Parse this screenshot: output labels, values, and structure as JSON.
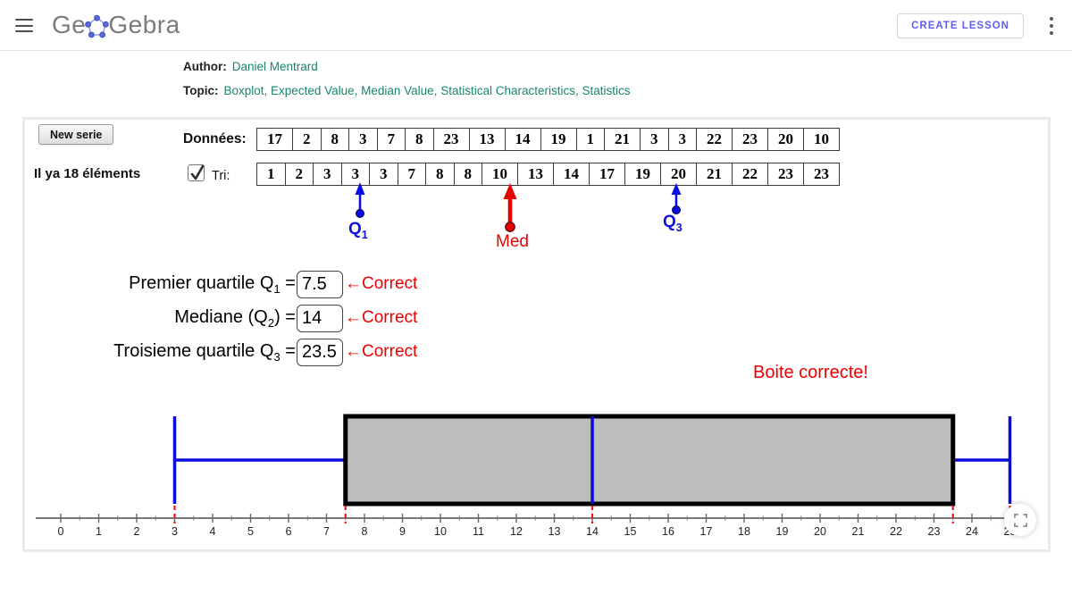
{
  "header": {
    "logo_ge": "Ge",
    "logo_gebra": "Gebra",
    "create_lesson_label": "CREATE LESSON"
  },
  "meta": {
    "author_label": "Author:",
    "author_name": "Daniel Mentrard",
    "topic_label": "Topic:",
    "topics": [
      "Boxplot",
      "Expected Value",
      "Median Value",
      "Statistical Characteristics",
      "Statistics"
    ]
  },
  "applet": {
    "new_serie_label": "New serie",
    "count_text": "Il ya 18 éléments",
    "donnees_label": "Données:",
    "donnees": [
      17,
      2,
      8,
      3,
      7,
      8,
      23,
      13,
      14,
      19,
      1,
      21,
      3,
      3,
      22,
      23,
      20,
      10
    ],
    "tri_label": "Tri:",
    "tri_checked": true,
    "tri": [
      1,
      2,
      3,
      3,
      3,
      7,
      8,
      8,
      10,
      13,
      14,
      17,
      19,
      20,
      21,
      22,
      23,
      23
    ],
    "markers": {
      "q1": "Q",
      "q1_sub": "1",
      "med": "Med",
      "q3": "Q",
      "q3_sub": "3"
    },
    "inputs": [
      {
        "pre": "Premier quartile Q",
        "sub": "1",
        "post": " =",
        "value": "7.5",
        "feedback": "←Correct"
      },
      {
        "pre": "Mediane (Q",
        "sub": "2",
        "post": ") =",
        "value": "14",
        "feedback": "←Correct"
      },
      {
        "pre": "Troisieme quartile Q",
        "sub": "3",
        "post": " =",
        "value": "23.5",
        "feedback": "←Correct"
      }
    ],
    "box_message": "Boite correcte!"
  },
  "chart_data": {
    "type": "boxplot",
    "orientation": "horizontal",
    "min": 3,
    "q1": 7.5,
    "median": 14,
    "q3": 23.5,
    "max": 25,
    "x_ticks": [
      0,
      1,
      2,
      3,
      4,
      5,
      6,
      7,
      8,
      9,
      10,
      11,
      12,
      13,
      14,
      15,
      16,
      17,
      18,
      19,
      20,
      21,
      22,
      23,
      24,
      25
    ],
    "xlim": [
      -0.7,
      25.7
    ],
    "dashed_guides_at": [
      3,
      7.5,
      14,
      23.5,
      25
    ],
    "box_fill": "#bdbdbd",
    "box_stroke": "#000000",
    "whisker_color": "#0b0be0",
    "guide_color": "#f31212",
    "axis_color": "#666666"
  },
  "colors": {
    "teal_link": "#17866f",
    "purple_accent": "#5e5ef0",
    "blue_marker": "#0b0be0",
    "red_status": "#ee0000",
    "box_fill": "#bdbdbd"
  }
}
